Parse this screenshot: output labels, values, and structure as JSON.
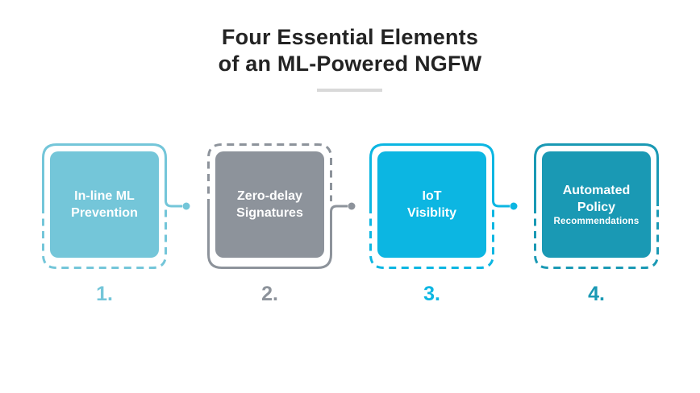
{
  "title": {
    "line1": "Four Essential Elements",
    "line2": "of an ML-Powered NGFW",
    "color": "#232323"
  },
  "divider": {
    "color": "#d9d9d9"
  },
  "label_text_color": "#ffffff",
  "elements": [
    {
      "number": "1.",
      "line1": "In-line ML",
      "line2": "Prevention",
      "color": "#74c6d9"
    },
    {
      "number": "2.",
      "line1": "Zero-delay",
      "line2": "Signatures",
      "color": "#8d939b"
    },
    {
      "number": "3.",
      "line1": "IoT",
      "line2": "Visiblity",
      "color": "#0cb6e2"
    },
    {
      "number": "4.",
      "line1": "Automated",
      "line2": "Policy",
      "sublabel": "Recommendations",
      "color": "#1a99b4"
    }
  ]
}
